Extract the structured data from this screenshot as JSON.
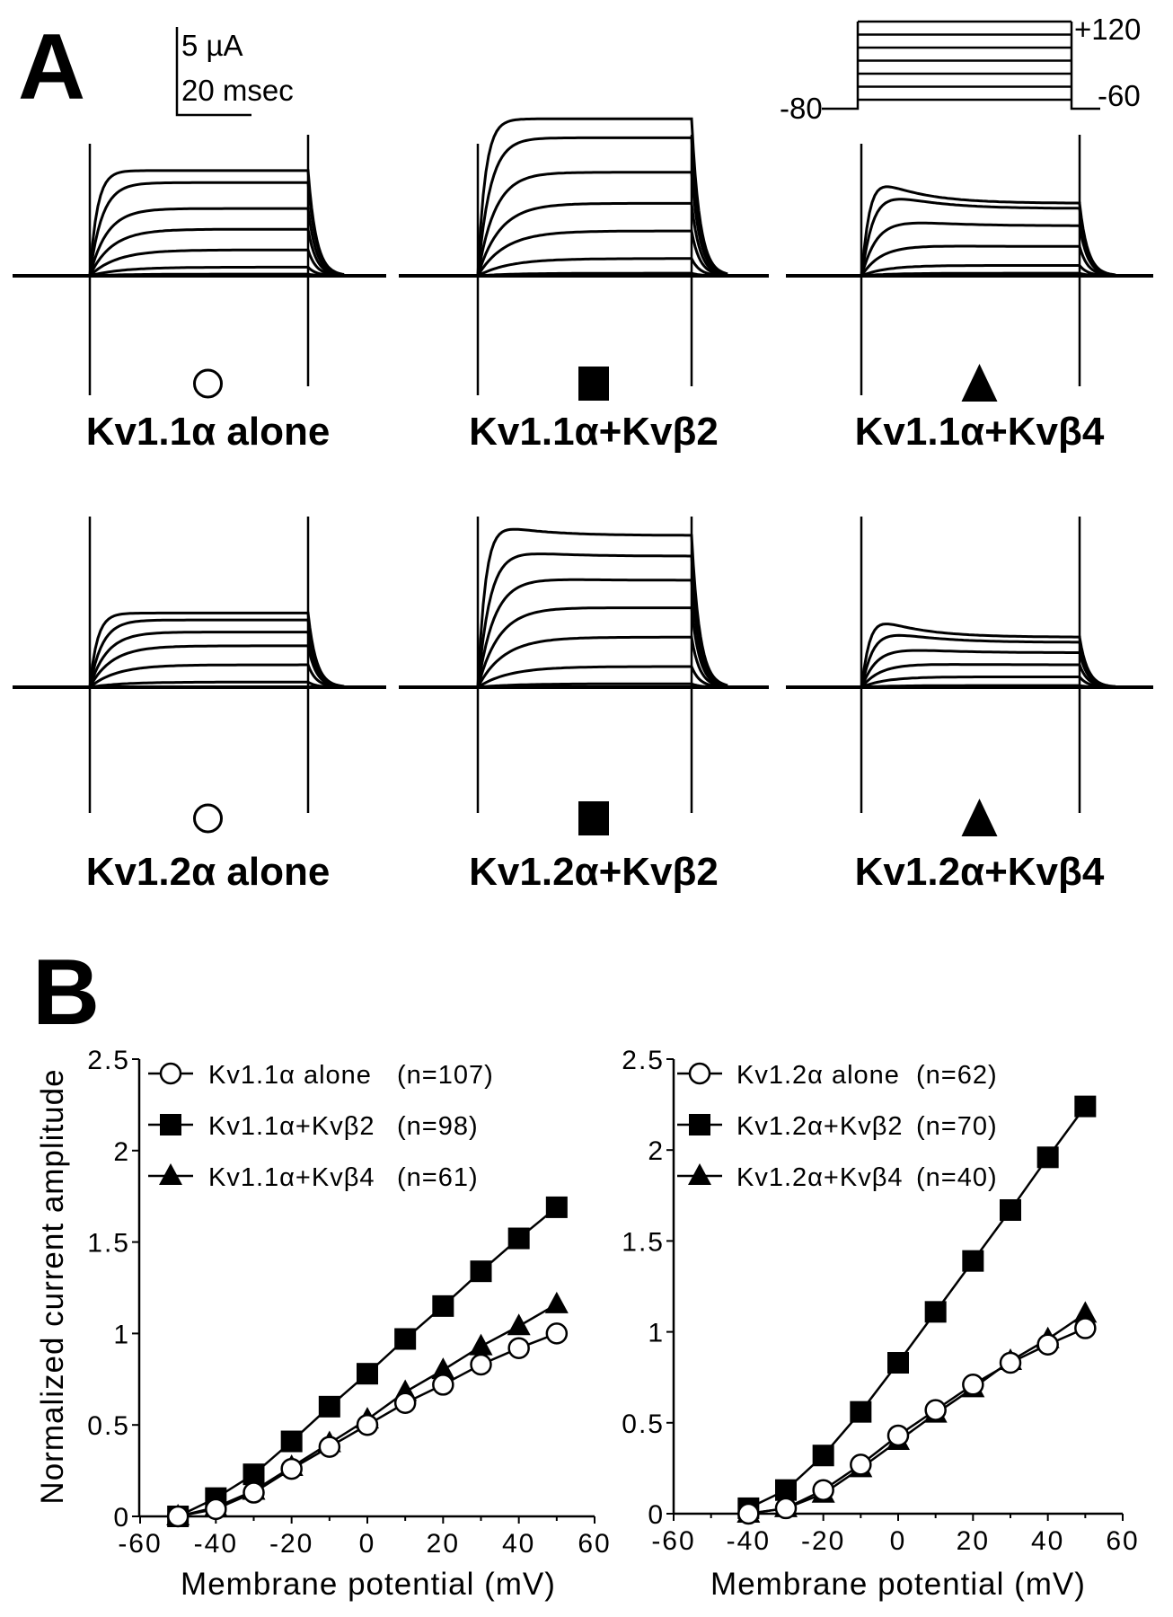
{
  "panel_a": {
    "letter": "A",
    "scale_bar": {
      "current": "5 µA",
      "time": "20 msec",
      "current_uA": 5,
      "time_ms": 20
    },
    "protocol": {
      "holding": "-80",
      "top": "+120",
      "bottom": "-60",
      "steps": 7
    },
    "rows": [
      [
        {
          "label": "Kv1.1α alone",
          "symbol": "open-circle",
          "amplitudes_uA": [
            6.1,
            5.4,
            3.9,
            2.7,
            1.5,
            0.5,
            0.1
          ],
          "inactivation": 0
        },
        {
          "label": "Kv1.1α+Kvβ2",
          "symbol": "filled-square",
          "amplitudes_uA": [
            9.1,
            8.0,
            6.0,
            4.2,
            2.6,
            1.0,
            0.15
          ],
          "inactivation": 0
        },
        {
          "label": "Kv1.1α+Kvβ4",
          "symbol": "filled-triangle",
          "amplitudes_uA": [
            4.2,
            3.9,
            2.9,
            1.7,
            0.6,
            0.15
          ],
          "inactivation": 0.22
        }
      ],
      [
        {
          "label": "Kv1.2α alone",
          "symbol": "open-circle",
          "amplitudes_uA": [
            4.3,
            3.9,
            3.2,
            2.4,
            1.3,
            0.3
          ],
          "inactivation": 0
        },
        {
          "label": "Kv1.2α+Kvβ2",
          "symbol": "filled-square",
          "amplitudes_uA": [
            8.8,
            7.6,
            6.2,
            4.6,
            2.9,
            1.2,
            0.2
          ],
          "inactivation": 0.05
        },
        {
          "label": "Kv1.2α+Kvβ4",
          "symbol": "filled-triangle",
          "amplitudes_uA": [
            2.9,
            2.6,
            2.0,
            1.3,
            0.6,
            0.1
          ],
          "inactivation": 0.25
        }
      ]
    ]
  },
  "panel_b": {
    "letter": "B"
  },
  "chart_data": [
    {
      "type": "line",
      "title": "",
      "xlabel": "Membrane potential (mV)",
      "ylabel": "Normalized current amplitude",
      "xlim": [
        -60,
        60
      ],
      "ylim": [
        0,
        2.5
      ],
      "xticks": [
        "-60",
        "-40",
        "-20",
        "0",
        "20",
        "40",
        "60"
      ],
      "yticks": [
        "0",
        "0.5",
        "1",
        "1.5",
        "2",
        "2.5"
      ],
      "legend_position": "top-left",
      "x": [
        -50,
        -40,
        -30,
        -20,
        -10,
        0,
        10,
        20,
        30,
        40,
        50
      ],
      "series": [
        {
          "name": "Kv1.1α alone",
          "n": "(n=107)",
          "marker": "open-circle",
          "values": [
            0,
            0.04,
            0.13,
            0.26,
            0.38,
            0.5,
            0.62,
            0.72,
            0.83,
            0.92,
            1.0
          ]
        },
        {
          "name": "Kv1.1α+Kvβ2",
          "n": "(n=98)",
          "marker": "filled-square",
          "values": [
            0,
            0.1,
            0.23,
            0.41,
            0.6,
            0.78,
            0.97,
            1.15,
            1.34,
            1.52,
            1.69
          ]
        },
        {
          "name": "Kv1.1α+Kvβ4",
          "n": "(n=61)",
          "marker": "filled-triangle",
          "values": [
            0,
            0.05,
            0.14,
            0.27,
            0.4,
            0.53,
            0.68,
            0.8,
            0.93,
            1.04,
            1.16
          ]
        }
      ]
    },
    {
      "type": "line",
      "title": "",
      "xlabel": "Membrane potential (mV)",
      "ylabel": "",
      "xlim": [
        -60,
        60
      ],
      "ylim": [
        0,
        2.5
      ],
      "xticks": [
        "-60",
        "-40",
        "-20",
        "0",
        "20",
        "40",
        "60"
      ],
      "yticks": [
        "0",
        "0.5",
        "1",
        "1.5",
        "2",
        "2.5"
      ],
      "legend_position": "top-left",
      "x": [
        -40,
        -30,
        -20,
        -10,
        0,
        10,
        20,
        30,
        40,
        50
      ],
      "series": [
        {
          "name": "Kv1.2α alone",
          "n": "(n=62)",
          "marker": "open-circle",
          "values": [
            0,
            0.03,
            0.13,
            0.27,
            0.43,
            0.57,
            0.71,
            0.83,
            0.93,
            1.02
          ]
        },
        {
          "name": "Kv1.2α+Kvβ2",
          "n": "(n=70)",
          "marker": "filled-square",
          "values": [
            0.03,
            0.13,
            0.32,
            0.56,
            0.83,
            1.11,
            1.39,
            1.67,
            1.96,
            2.24
          ]
        },
        {
          "name": "Kv1.2α+Kvβ4",
          "n": "(n=40)",
          "marker": "filled-triangle",
          "values": [
            0,
            0.03,
            0.11,
            0.25,
            0.4,
            0.55,
            0.69,
            0.84,
            0.96,
            1.1
          ]
        }
      ]
    }
  ]
}
